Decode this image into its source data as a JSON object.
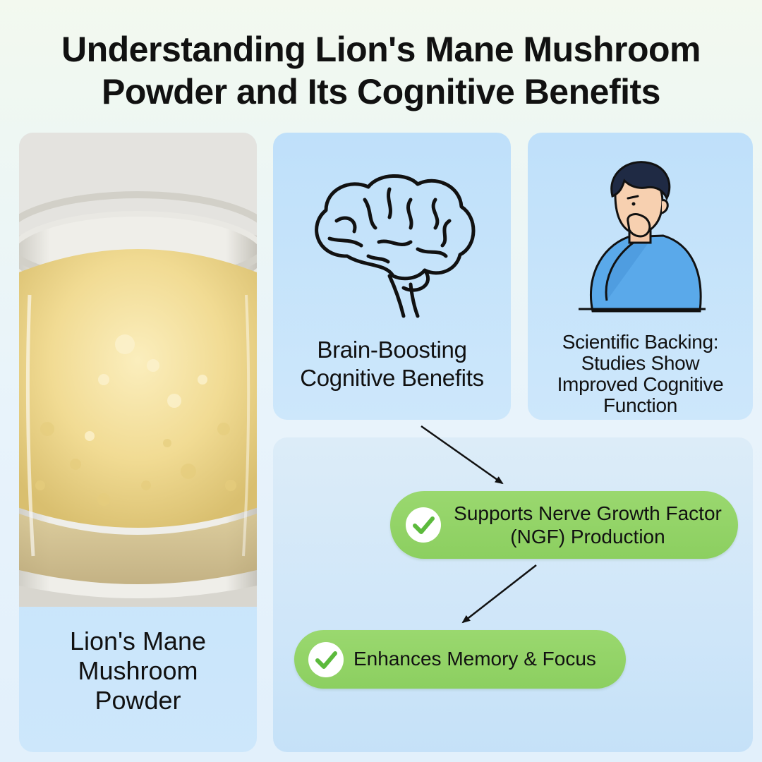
{
  "title": {
    "line1": "Understanding Lion's Mane Mushroom",
    "line2": "Powder and Its Cognitive Benefits"
  },
  "powder_card": {
    "image": "powder-jar-photo",
    "label_line1": "Lion's Mane",
    "label_line2": "Mushroom",
    "label_line3": "Powder"
  },
  "brain_card": {
    "icon": "brain-icon",
    "label_line1": "Brain-Boosting",
    "label_line2": "Cognitive Benefits"
  },
  "science_card": {
    "icon": "thinking-person-icon",
    "label_line1": "Scientific Backing:",
    "label_line2": "Studies Show",
    "label_line3": "Improved Cognitive",
    "label_line4": "Function"
  },
  "benefits": [
    {
      "icon": "check-circle-icon",
      "line1": "Supports Nerve Growth Factor",
      "line2": "(NGF) Production"
    },
    {
      "icon": "check-circle-icon",
      "line1": "Enhances Memory & Focus"
    }
  ],
  "colors": {
    "card_blue": "#c6e3fa",
    "pill_green": "#92d466",
    "check_green": "#5cba3c",
    "powder_yellow": "#f0dc98",
    "shirt_blue": "#5aa9ea"
  }
}
